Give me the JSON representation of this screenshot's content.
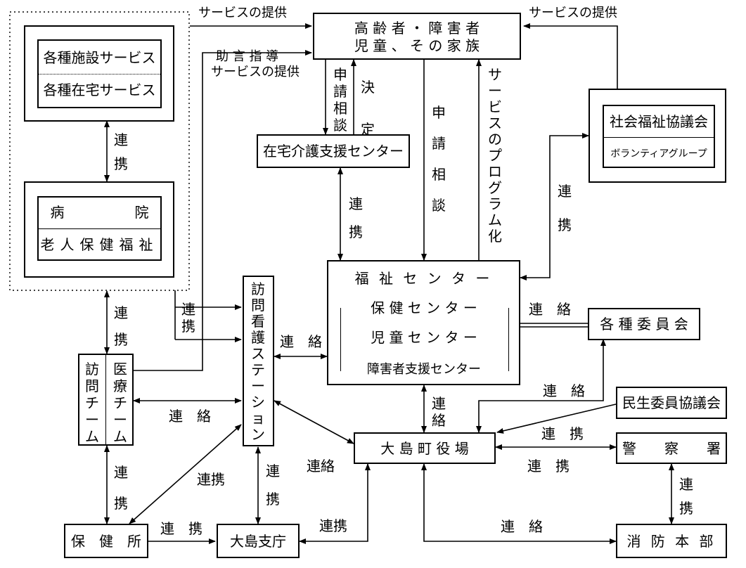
{
  "top_box": {
    "line1": "高 齢 者 ・ 障 害 者",
    "line2": "児 童 、 そ の 家 族"
  },
  "left_group": {
    "facility": "各種施設サービス",
    "home": "各種在宅サービス",
    "hospital": "病　　　　　院",
    "elderly": "老人保健福祉",
    "link_label": "連携"
  },
  "labels": {
    "service_left": "サービスの提供",
    "service_right": "サービスの提供",
    "advice1": "助 言 指 導",
    "advice2": "サービスの提供",
    "apply_consult_left": "申請相談",
    "decision": "決定",
    "apply_consult_mid": "申請相談",
    "program": "サービスのプログラム化",
    "link_zaitaku": "連携",
    "link_shakai": "連携",
    "link_hosp_team": "連携",
    "link_station_left": "連携",
    "contact_station_fukushi": "連　絡",
    "contact_team_station": "連　絡",
    "contact_fukushi_iin": "連　絡",
    "contact_fukushi_town": "連絡",
    "contact_iin_town": "連　絡",
    "link_minsei": "連　携",
    "link_police": "連　携",
    "link_police_fire": "連携",
    "link_team_hokenjo": "連携",
    "link_station_hokenjo": "連携",
    "link_station_shicho": "連携",
    "contact_station_town": "連絡",
    "link_hokenjo_shicho": "連　携",
    "link_shicho_town": "連携",
    "contact_town_fire": "連　絡"
  },
  "zaitaku": "在宅介護支援センター",
  "shakai": {
    "title": "社会福祉協議会",
    "sub": "ボランティアグループ"
  },
  "fukushi": {
    "title": "福 祉 セ ン タ ー",
    "sub1": "保 健 セ ン タ ー",
    "sub2": "児 童 セ ン タ ー",
    "sub3": "障害者支援センター"
  },
  "station": "訪問看護ステーション",
  "team": {
    "col1": "訪問チーム",
    "col2": "医療チーム"
  },
  "iin": "各 種 委 員 会",
  "minsei": "民生委員協議会",
  "town": "大 島 町 役 場",
  "police": "警　　察　　署",
  "fire": "消 防 本 部",
  "hokenjo": "保　健　所",
  "shicho": "大島支庁"
}
